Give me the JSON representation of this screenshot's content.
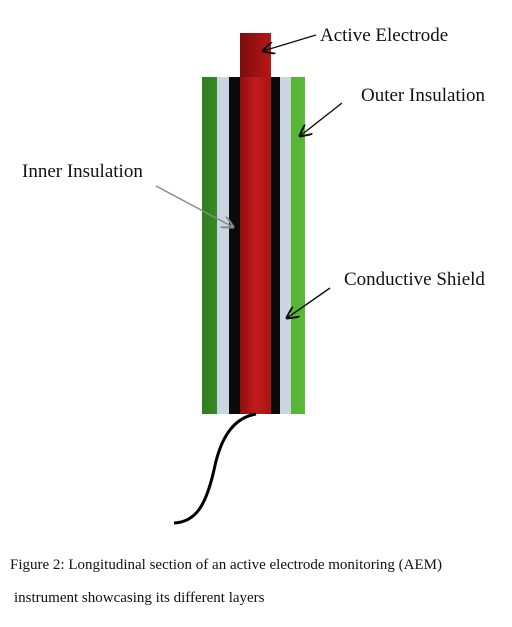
{
  "labels": {
    "active_electrode": "Active Electrode",
    "outer_insulation": "Outer Insulation",
    "inner_insulation": "Inner Insulation",
    "conductive_shield": "Conductive Shield"
  },
  "caption": {
    "line1": "Figure 2: Longitudinal section of an active electrode monitoring (AEM)",
    "line2": "instrument showcasing its different layers"
  },
  "colors": {
    "outer_insulation": "#4ea82f",
    "inner_insulation": "#c9d6e2",
    "conductive_shield": "#0a0a0a",
    "active_electrode": "#c01818"
  }
}
